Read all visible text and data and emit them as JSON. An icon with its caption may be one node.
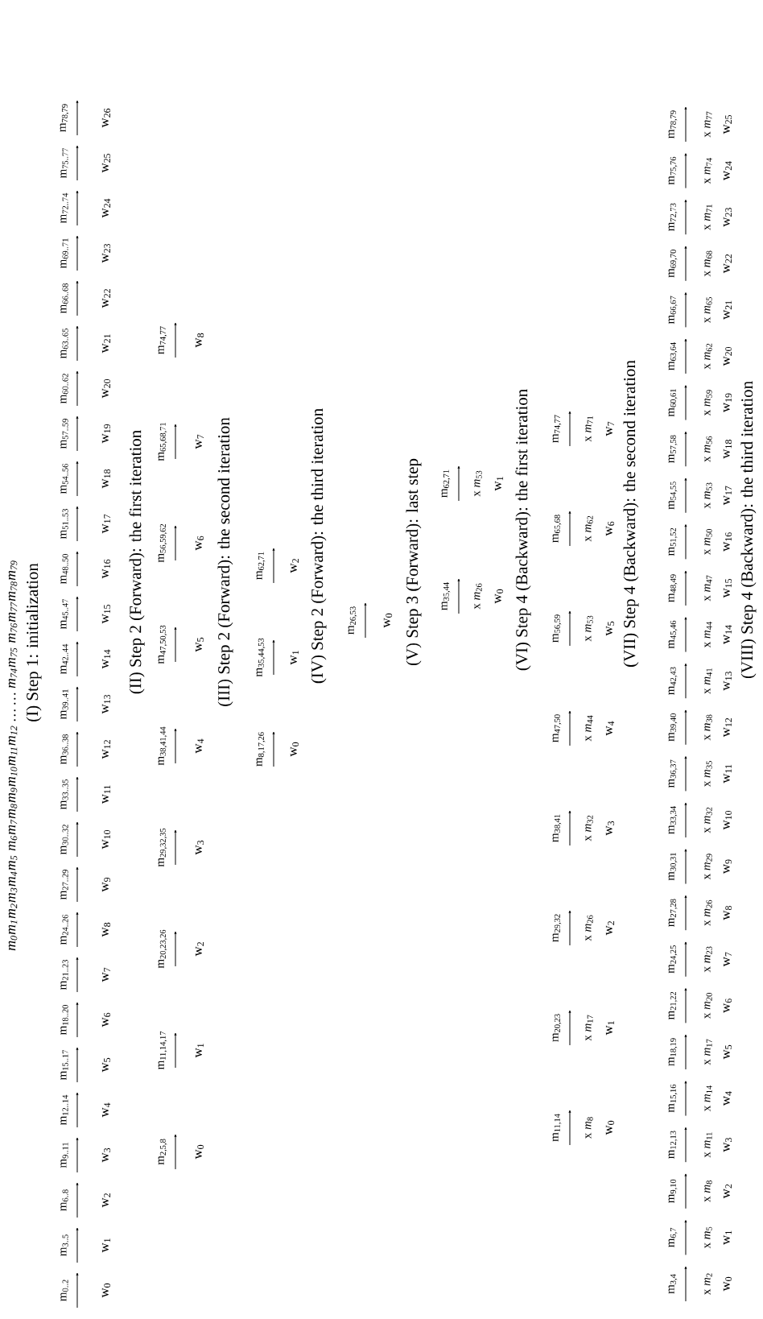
{
  "diagram": {
    "labels": [
      "m$_{0}$m$_{1}$m$_{2}$m$_{3}$m$_{4}$m$_{5}$ m$_{6}$m$_{7}$m$_{8}$m$_{9}$m$_{10}$m$_{11}$m$_{12}$ … … m$_{74}$m$_{75}$ m$_{76}$m$_{77}$m$_{78}$m$_{79}$",
      "(I) Step 1: initialization",
      "m$_{0..2}$",
      "m$_{3..5}$",
      "m$_{6..8}$",
      "m$_{9..11}$",
      "m$_{12..14}$",
      "m$_{15..17}$",
      "m$_{18..20}$",
      "m$_{21..23}$",
      "m$_{24..26}$",
      "m$_{27..29}$",
      "m$_{30..32}$",
      "m$_{33..35}$",
      "m$_{36..38}$",
      "m$_{39..41}$",
      "m$_{42..44}$",
      "m$_{45..47}$",
      "m$_{48..50}$",
      "m$_{51..53}$",
      "m$_{54..56}$",
      "m$_{57..59}$",
      "m$_{60..62}$",
      "m$_{63..65}$",
      "m$_{66..68}$",
      "m$_{69..71}$",
      "m$_{72..74}$",
      "m$_{75..77}$",
      "m$_{78,79}$",
      "w$_{0}$",
      "w$_{1}$",
      "w$_{2}$",
      "w$_{3}$",
      "w$_{4}$",
      "w$_{5}$",
      "w$_{6}$",
      "w$_{7}$",
      "w$_{8}$",
      "w$_{9}$",
      "w$_{10}$",
      "w$_{11}$",
      "w$_{12}$",
      "w$_{13}$",
      "w$_{14}$",
      "w$_{15}$",
      "w$_{16}$",
      "w$_{17}$",
      "w$_{18}$",
      "w$_{19}$",
      "w$_{20}$",
      "w$_{21}$",
      "w$_{22}$",
      "w$_{23}$",
      "w$_{24}$",
      "w$_{25}$",
      "w$_{26}$",
      "(II) Step 2 (Forward): the first iteration",
      "m$_{2,5,8}$",
      "m$_{11,14,17}$",
      "m$_{20,23,26}$",
      "m$_{29,32,35}$",
      "m$_{38,41,44}$",
      "m$_{47,50,53}$",
      "m$_{56,59,62}$",
      "m$_{65,68,71}$",
      "m$_{74,77}$",
      "w$_{0}$",
      "w$_{1}$",
      "w$_{2}$",
      "w$_{3}$",
      "w$_{4}$",
      "w$_{5}$",
      "w$_{6}$",
      "w$_{7}$",
      "w$_{8}$",
      "(III) Step 2 (Forward): the second iteration",
      "m$_{8,17,26}$",
      "m$_{35,44,53}$",
      "m$_{62,71}$",
      "w$_{0}$",
      "w$_{1}$",
      "w$_{2}$",
      "(IV) Step 2 (Forward): the third iteration",
      "m$_{26,53}$",
      "w$_{0}$",
      "(V) Step 3 (Forward): last step",
      "m$_{35,44}$",
      "m$_{62,71}$",
      "x *m*$_{26}$",
      "x *m*$_{53}$",
      "w$_{0}$",
      "w$_{1}$",
      "(VI) Step 4 (Backward): the first iteration",
      "m$_{11,14}$",
      "m$_{20,23}$",
      "m$_{29,32}$",
      "m$_{38,41}$",
      "m$_{47,50}$",
      "m$_{56,59}$",
      "m$_{65,68}$",
      "m$_{74,77}$",
      "x *m*$_{8}$",
      "x *m*$_{17}$",
      "x *m*$_{26}$",
      "x *m*$_{32}$",
      "x *m*$_{44}$",
      "x *m*$_{53}$",
      "x *m*$_{62}$",
      "x *m*$_{71}$",
      "w$_{0}$",
      "w$_{1}$",
      "w$_{2}$",
      "w$_{3}$",
      "w$_{4}$",
      "w$_{5}$",
      "w$_{6}$",
      "w$_{7}$",
      "(VII) Step 4 (Backward): the second iteration",
      "m$_{3,4}$",
      "m$_{6,7}$",
      "m$_{9,10}$",
      "m$_{12,13}$",
      "m$_{15,16}$",
      "m$_{18,19}$",
      "m$_{21,22}$",
      "m$_{24,25}$",
      "m$_{27,28}$",
      "m$_{30,31}$",
      "m$_{33,34}$",
      "m$_{36,37}$",
      "m$_{39,40}$",
      "m$_{42,43}$",
      "m$_{45,46}$",
      "m$_{48,49}$",
      "m$_{51,52}$",
      "m$_{54,55}$",
      "m$_{57,58}$",
      "m$_{60,61}$",
      "m$_{63,64}$",
      "m$_{66,67}$",
      "m$_{69,70}$",
      "m$_{72,73}$",
      "m$_{75,76}$",
      "m$_{78,79}$",
      "x *m*$_{2}$",
      "x *m*$_{5}$",
      "x *m*$_{8}$",
      "x *m*$_{11}$",
      "x *m*$_{14}$",
      "x *m*$_{17}$",
      "x *m*$_{20}$",
      "x *m*$_{23}$",
      "x *m*$_{26}$",
      "x *m*$_{29}$",
      "x *m*$_{32}$",
      "x *m*$_{35}$",
      "x *m*$_{38}$",
      "x *m*$_{41}$",
      "x *m*$_{44}$",
      "x *m*$_{47}$",
      "x *m*$_{50}$",
      "x *m*$_{53}$",
      "x *m*$_{56}$",
      "x *m*$_{59}$",
      "x *m*$_{62}$",
      "x *m*$_{65}$",
      "x *m*$_{68}$",
      "x *m*$_{71}$",
      "x *m*$_{74}$",
      "x *m*$_{77}$",
      "w$_{0}$",
      "w$_{1}$",
      "w$_{2}$",
      "w$_{3}$",
      "w$_{4}$",
      "w$_{5}$",
      "w$_{6}$",
      "w$_{7}$",
      "w$_{8}$",
      "w$_{9}$",
      "w$_{10}$",
      "w$_{11}$",
      "w$_{12}$",
      "w$_{13}$",
      "w$_{14}$",
      "w$_{15}$",
      "w$_{16}$",
      "w$_{17}$",
      "w$_{18}$",
      "w$_{19}$",
      "w$_{20}$",
      "w$_{21}$",
      "w$_{22}$",
      "w$_{23}$",
      "w$_{24}$",
      "w$_{25}$",
      "(VIII) Step 4 (Backward): the third iteration"
    ]
  }
}
